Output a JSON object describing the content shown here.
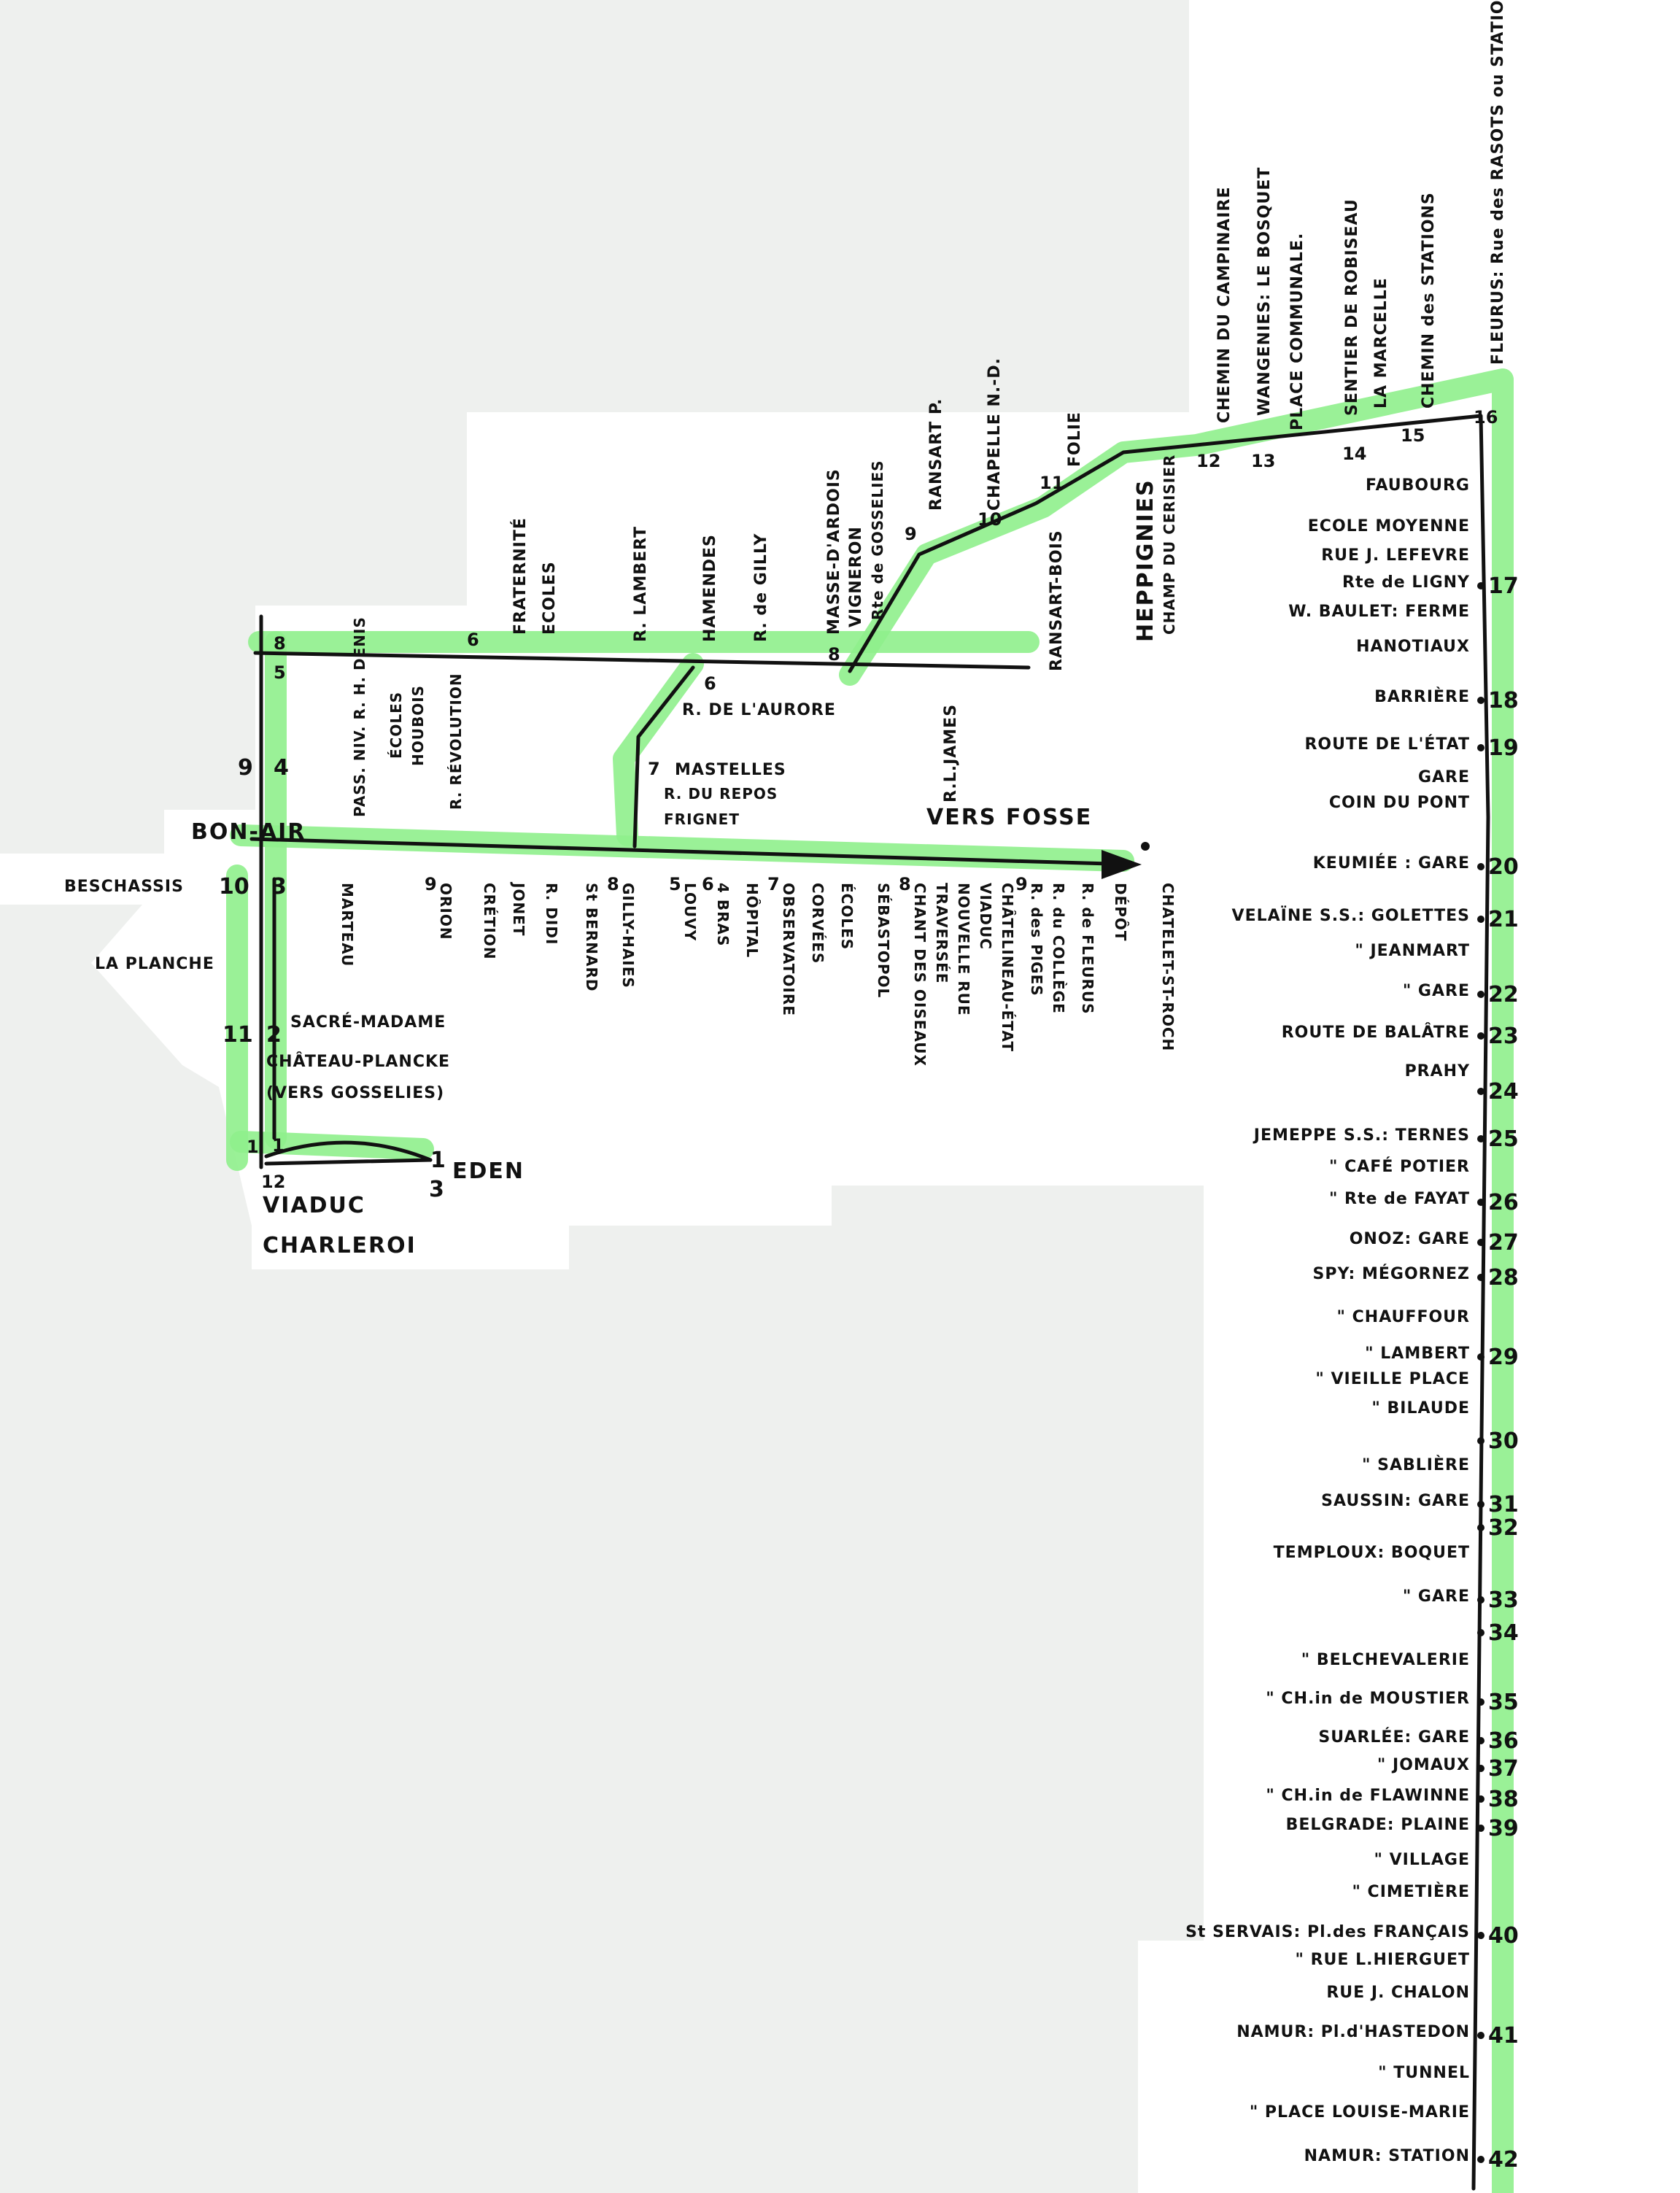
{
  "main_line": {
    "stops": [
      {
        "n": "16",
        "name": "FLEURUS: Rue des RASOTS ou STATION."
      },
      {
        "n": "",
        "name": "FAUBOURG"
      },
      {
        "n": "",
        "name": "ECOLE MOYENNE"
      },
      {
        "n": "",
        "name": "RUE J. LEFEVRE"
      },
      {
        "n": "17",
        "name": "Rte de LIGNY"
      },
      {
        "n": "",
        "name": "W. BAULET: FERME"
      },
      {
        "n": "",
        "name": "HANOTIAUX"
      },
      {
        "n": "18",
        "name": "BARRIÈRE"
      },
      {
        "n": "19",
        "name": "ROUTE DE L'ÉTAT"
      },
      {
        "n": "",
        "name": "GARE"
      },
      {
        "n": "",
        "name": "COIN DU PONT"
      },
      {
        "n": "20",
        "name": "KEUMIÉE : GARE"
      },
      {
        "n": "21",
        "name": "VELAÏNE S.S.: GOLETTES"
      },
      {
        "n": "",
        "name": "\" JEANMART"
      },
      {
        "n": "22",
        "name": "\" GARE"
      },
      {
        "n": "23",
        "name": "ROUTE DE BALÂTRE"
      },
      {
        "n": "",
        "name": "PRAHY"
      },
      {
        "n": "24",
        "name": ""
      },
      {
        "n": "25",
        "name": "JEMEPPE S.S.: TERNES"
      },
      {
        "n": "",
        "name": "\" CAFÉ POTIER"
      },
      {
        "n": "26",
        "name": "\" Rte de FAYAT"
      },
      {
        "n": "27",
        "name": "ONOZ: GARE"
      },
      {
        "n": "28",
        "name": "SPY: MÉGORNEZ"
      },
      {
        "n": "",
        "name": "\" CHAUFFOUR"
      },
      {
        "n": "29",
        "name": "\" LAMBERT"
      },
      {
        "n": "",
        "name": "\" VIEILLE PLACE"
      },
      {
        "n": "",
        "name": "\" BILAUDE"
      },
      {
        "n": "30",
        "name": ""
      },
      {
        "n": "",
        "name": "\" SABLIÈRE"
      },
      {
        "n": "31",
        "name": "SAUSSIN: GARE"
      },
      {
        "n": "32",
        "name": ""
      },
      {
        "n": "",
        "name": "TEMPLOUX: BOQUET"
      },
      {
        "n": "33",
        "name": "\" GARE"
      },
      {
        "n": "34",
        "name": ""
      },
      {
        "n": "",
        "name": "\" BELCHEVALERIE"
      },
      {
        "n": "35",
        "name": "\" CH.in de MOUSTIER"
      },
      {
        "n": "36",
        "name": "SUARLÉE: GARE"
      },
      {
        "n": "37",
        "name": "\" JOMAUX"
      },
      {
        "n": "38",
        "name": "\" CH.in de FLAWINNE"
      },
      {
        "n": "39",
        "name": "BELGRADE: PLAINE"
      },
      {
        "n": "",
        "name": "\" VILLAGE"
      },
      {
        "n": "",
        "name": "\" CIMETIÈRE"
      },
      {
        "n": "40",
        "name": "St SERVAIS: Pl.des FRANÇAIS"
      },
      {
        "n": "",
        "name": "\" RUE L.HIERGUET"
      },
      {
        "n": "",
        "name": "RUE J. CHALON"
      },
      {
        "n": "41",
        "name": "NAMUR: Pl.d'HASTEDON"
      },
      {
        "n": "",
        "name": "\" TUNNEL"
      },
      {
        "n": "",
        "name": "\" PLACE LOUISE-MARIE"
      },
      {
        "n": "42",
        "name": "NAMUR: STATION"
      }
    ]
  },
  "top_stops": [
    {
      "n": "12",
      "name": "CHEMIN DU CAMPINAIRE"
    },
    {
      "n": "13",
      "name": "WANGENIES: LE BOSQUET"
    },
    {
      "n": "",
      "name": "PLACE COMMUNALE."
    },
    {
      "n": "14",
      "name": "SENTIER DE ROBISEAU"
    },
    {
      "n": "",
      "name": "LA MARCELLE"
    },
    {
      "n": "15",
      "name": "CHEMIN des STATIONS"
    },
    {
      "n": "11",
      "name": "FOLIE"
    },
    {
      "n": "10",
      "name": "CHAPELLE N.-D."
    },
    {
      "n": "",
      "name": "RANSART P."
    },
    {
      "n": "9",
      "name": "RANSART Pl."
    },
    {
      "n": "8",
      "name": "MASSE-D'ARDOIS"
    },
    {
      "n": "",
      "name": "VIGNERON"
    },
    {
      "n": "",
      "name": "Rte de GOSSELIES"
    },
    {
      "n": "",
      "name": "HEPPIGNIES"
    },
    {
      "n": "",
      "name": "CHAMP DU CERISIER"
    }
  ],
  "upper_branch": {
    "stops": [
      {
        "n": "8",
        "name": ""
      },
      {
        "n": "5",
        "name": ""
      },
      {
        "n": "6",
        "name": "FRATERNITÉ"
      },
      {
        "n": "",
        "name": "ECOLES"
      },
      {
        "n": "",
        "name": "R. LAMBERT"
      },
      {
        "n": "",
        "name": "HAMENDES"
      },
      {
        "n": "",
        "name": "R. de GILLY"
      },
      {
        "n": "",
        "name": "RANSART-BOIS"
      },
      {
        "n": "",
        "name": "R.L.JAMES"
      }
    ]
  },
  "middle_branch": {
    "stops": [
      {
        "n": "6",
        "name": "R. DE L'AURORE"
      },
      {
        "n": "7",
        "name": "MASTELLES"
      },
      {
        "n": "",
        "name": "R. DU REPOS"
      },
      {
        "n": "",
        "name": "FRIGNET"
      }
    ]
  },
  "left_stops": [
    {
      "n": "",
      "name": "PASS. NIV. R. H. DENIS"
    },
    {
      "n": "",
      "name": "ÉCOLES"
    },
    {
      "n": "",
      "name": "HOUBOIS"
    },
    {
      "n": "",
      "name": "R. RÉVOLUTION"
    }
  ],
  "main_west": {
    "bonair": "BON-AIR",
    "beschassis": "BESCHASSIS",
    "beschassis_n": "10",
    "three": "3",
    "planche": "LA PLANCHE",
    "planche_n": "11",
    "sacre": "SACRÉ-MADAME",
    "chateau": "CHÂTEAU-PLANCKE",
    "vers_gosselies": "(VERS GOSSELIES)",
    "eden": "EDEN",
    "viaduc": "VIADUC",
    "charleroi": "CHARLEROI",
    "nine": "9",
    "four": "4",
    "two": "2",
    "one": "1",
    "twelve": "12",
    "one_b": "1",
    "three_b": "3"
  },
  "lower_stops": [
    {
      "n": "",
      "name": "MARTEAU"
    },
    {
      "n": "9",
      "name": "ORION"
    },
    {
      "n": "",
      "name": "CRÉTION"
    },
    {
      "n": "",
      "name": "JONET"
    },
    {
      "n": "",
      "name": "R. DIDI"
    },
    {
      "n": "",
      "name": "St BERNARD"
    },
    {
      "n": "8",
      "name": "GILLY-HAIES"
    },
    {
      "n": "5",
      "name": "LOUVY"
    },
    {
      "n": "6",
      "name": "4 BRAS"
    },
    {
      "n": "",
      "name": "HÔPITAL"
    },
    {
      "n": "7",
      "name": "OBSERVATOIRE"
    },
    {
      "n": "",
      "name": "CORVÉES"
    },
    {
      "n": "",
      "name": "ÉCOLES"
    },
    {
      "n": "",
      "name": "SÉBASTOPOL"
    },
    {
      "n": "8",
      "name": "CHANT DES OISEAUX"
    },
    {
      "n": "",
      "name": "TRAVERSÉE"
    },
    {
      "n": "",
      "name": "NOUVELLE RUE"
    },
    {
      "n": "",
      "name": "VIADUC"
    },
    {
      "n": "",
      "name": "CHÂTELINEAU-ÉTAT"
    },
    {
      "n": "9",
      "name": "R. des PIGES"
    },
    {
      "n": "",
      "name": "R. du COLLÈGE"
    },
    {
      "n": "",
      "name": "R. de FLEURUS"
    },
    {
      "n": "",
      "name": "DÉPÔT"
    },
    {
      "n": "",
      "name": "CHATELET-ST-ROCH"
    }
  ],
  "vers_fosse": "VERS FOSSE",
  "colors": {
    "highlight": "#8fef8c",
    "ink": "#111111",
    "paper": "#ffffff",
    "background": "#eef0ee"
  }
}
